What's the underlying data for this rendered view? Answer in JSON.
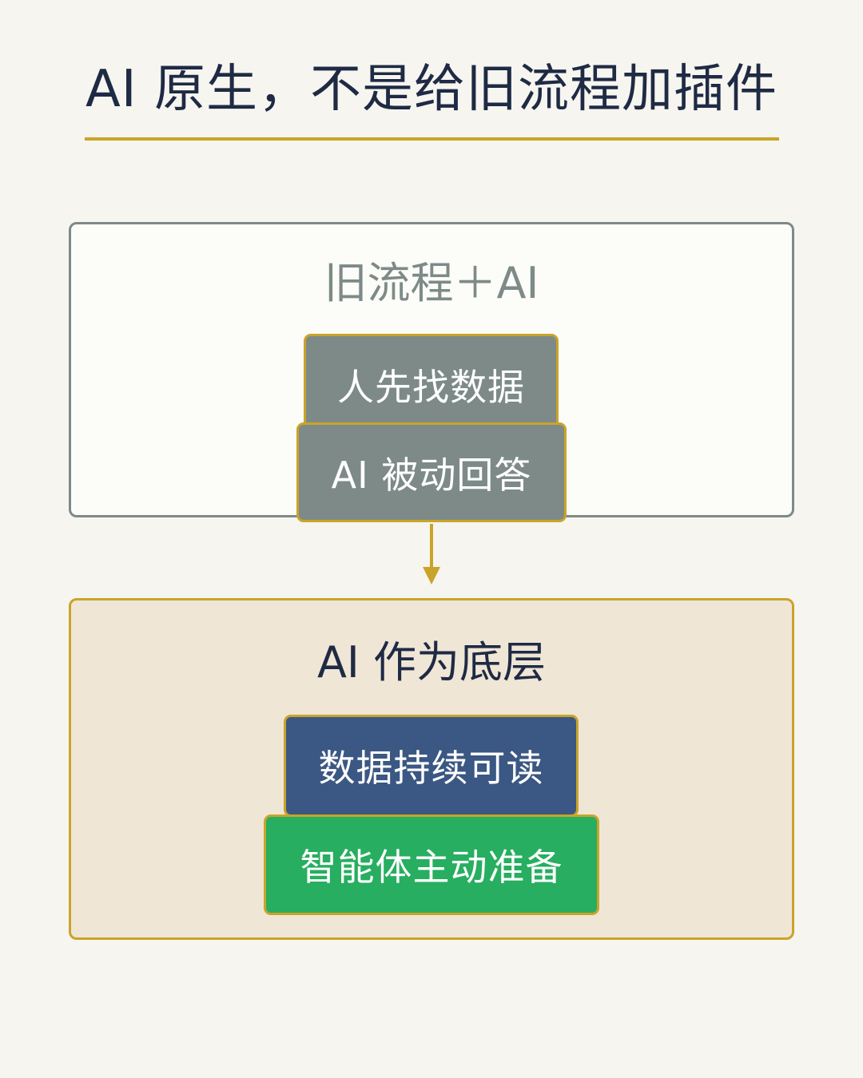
{
  "title": "AI 原生，不是给旧流程加插件",
  "old_panel": {
    "heading": "旧流程＋AI",
    "steps": [
      "人先找数据",
      "AI 被动回答"
    ]
  },
  "new_panel": {
    "heading": "AI 作为底层",
    "steps": [
      "数据持续可读",
      "智能体主动准备"
    ]
  },
  "colors": {
    "background": "#f6f5f0",
    "navy_text": "#1f2a44",
    "gold_accent": "#c9a42a",
    "grey": "#7d8a88",
    "blue_block": "#3b5783",
    "green_block": "#27ae60",
    "old_panel_fill": "#fcfcf8",
    "new_panel_fill": "#efe6d6"
  },
  "icons": {
    "transition_arrow": "arrow-down-icon"
  }
}
